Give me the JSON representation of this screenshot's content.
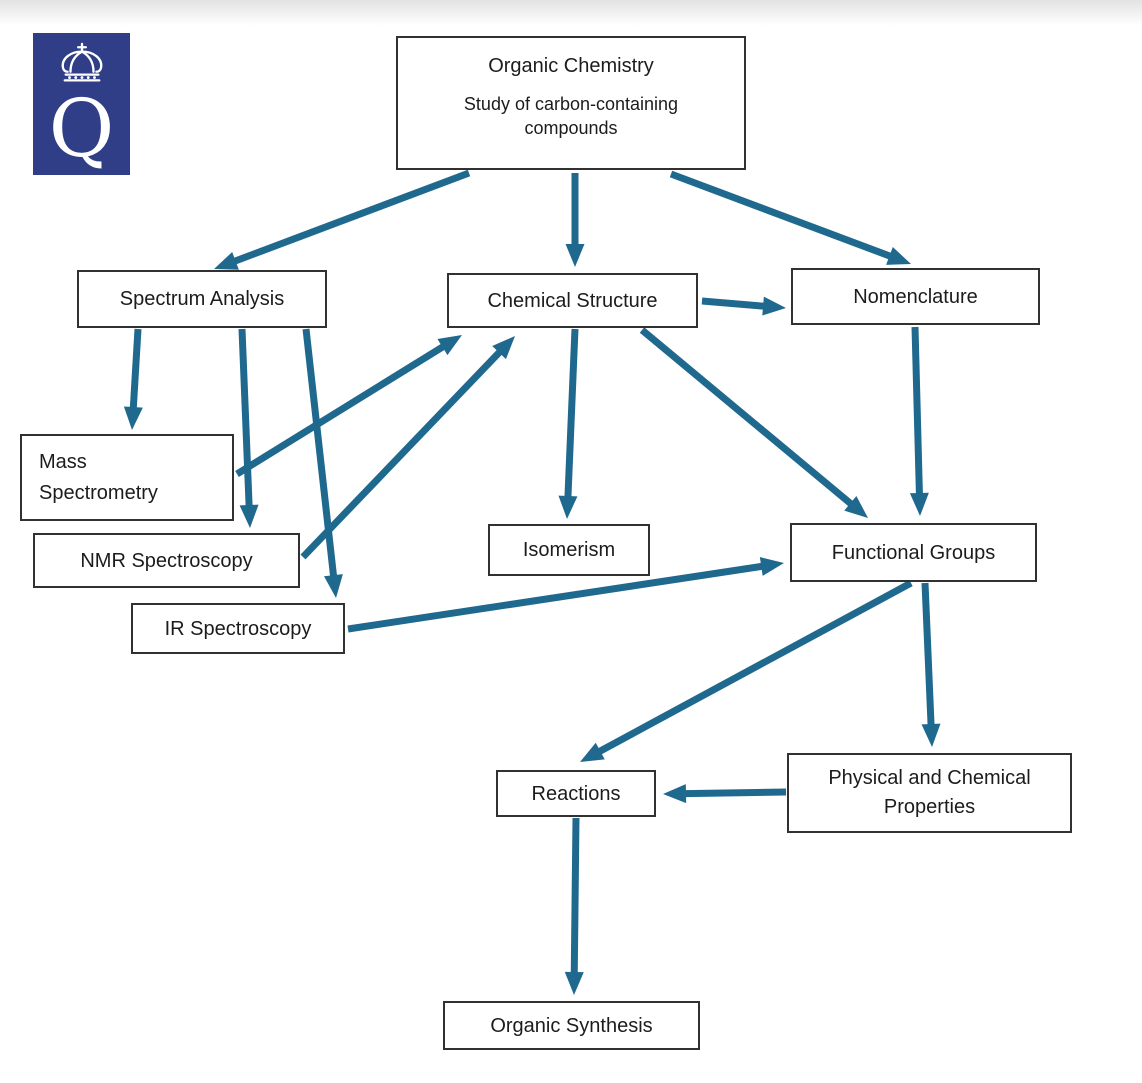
{
  "page": {
    "background_color": "#ffffff",
    "top_gradient_color": "#e2e2e2"
  },
  "logo": {
    "letter": "Q",
    "icon": "crown-icon",
    "background_color": "#2f3e87",
    "foreground_color": "#ffffff"
  },
  "diagram": {
    "arrow_color": "#20698e",
    "box_border_color": "#313131",
    "nodes": [
      {
        "id": "organic-chemistry",
        "label": "Organic Chemistry",
        "sublabel": "Study of carbon-containing compounds"
      },
      {
        "id": "spectrum-analysis",
        "label": "Spectrum Analysis"
      },
      {
        "id": "chemical-structure",
        "label": "Chemical Structure"
      },
      {
        "id": "nomenclature",
        "label": "Nomenclature"
      },
      {
        "id": "mass-spectrometry",
        "label": "Mass Spectrometry"
      },
      {
        "id": "nmr-spectroscopy",
        "label": "NMR Spectroscopy"
      },
      {
        "id": "isomerism",
        "label": "Isomerism"
      },
      {
        "id": "functional-groups",
        "label": "Functional Groups"
      },
      {
        "id": "ir-spectroscopy",
        "label": "IR Spectroscopy"
      },
      {
        "id": "reactions",
        "label": "Reactions"
      },
      {
        "id": "physical-chemical-properties",
        "label": "Physical and Chemical Properties"
      },
      {
        "id": "organic-synthesis",
        "label": "Organic Synthesis"
      }
    ],
    "edges": [
      {
        "from": "organic-chemistry",
        "to": "spectrum-analysis"
      },
      {
        "from": "organic-chemistry",
        "to": "chemical-structure"
      },
      {
        "from": "organic-chemistry",
        "to": "nomenclature"
      },
      {
        "from": "spectrum-analysis",
        "to": "mass-spectrometry"
      },
      {
        "from": "spectrum-analysis",
        "to": "nmr-spectroscopy"
      },
      {
        "from": "spectrum-analysis",
        "to": "ir-spectroscopy"
      },
      {
        "from": "mass-spectrometry",
        "to": "chemical-structure"
      },
      {
        "from": "nmr-spectroscopy",
        "to": "chemical-structure"
      },
      {
        "from": "chemical-structure",
        "to": "isomerism"
      },
      {
        "from": "chemical-structure",
        "to": "nomenclature"
      },
      {
        "from": "chemical-structure",
        "to": "functional-groups"
      },
      {
        "from": "nomenclature",
        "to": "functional-groups"
      },
      {
        "from": "ir-spectroscopy",
        "to": "functional-groups"
      },
      {
        "from": "functional-groups",
        "to": "reactions"
      },
      {
        "from": "functional-groups",
        "to": "physical-chemical-properties"
      },
      {
        "from": "physical-chemical-properties",
        "to": "reactions"
      },
      {
        "from": "reactions",
        "to": "organic-synthesis"
      }
    ]
  }
}
